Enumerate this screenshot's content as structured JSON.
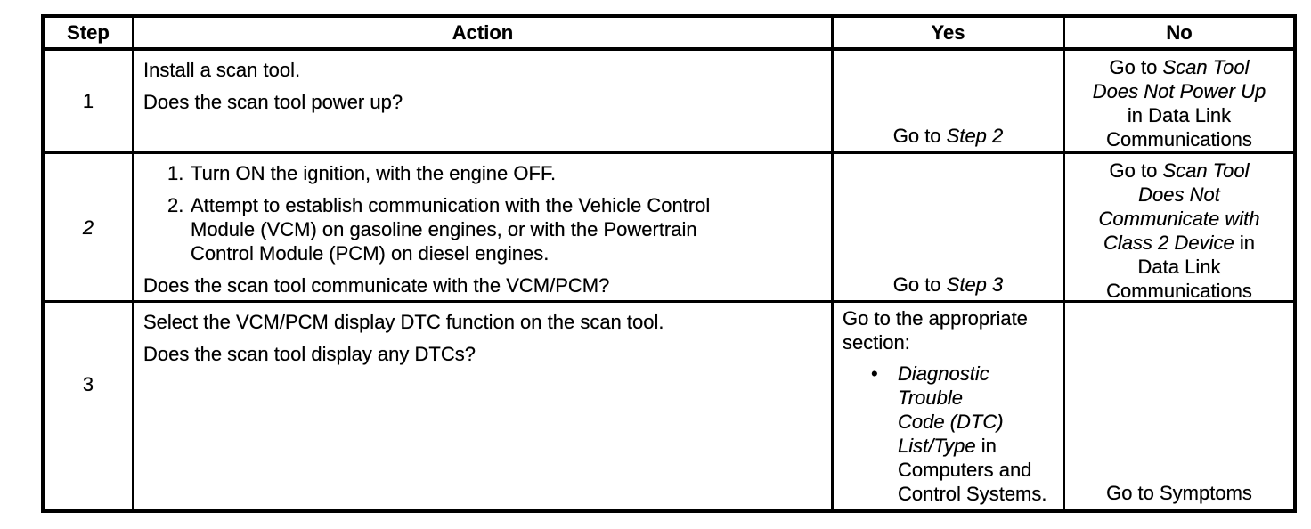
{
  "table": {
    "headers": {
      "step": "Step",
      "action": "Action",
      "yes": "Yes",
      "no": "No"
    },
    "rows": [
      {
        "step": [
          {
            "type": "p",
            "runs": [
              {
                "t": "1"
              }
            ]
          }
        ],
        "action": [
          {
            "type": "p",
            "runs": [
              {
                "t": "Install a scan tool."
              }
            ]
          },
          {
            "type": "p",
            "runs": [
              {
                "t": "Does the scan tool power up?"
              }
            ]
          }
        ],
        "yes": [
          {
            "type": "p",
            "runs": [
              {
                "t": "Go to "
              },
              {
                "t": "Step 2",
                "i": true
              }
            ]
          }
        ],
        "no": [
          {
            "type": "p",
            "runs": [
              {
                "t": "Go to "
              },
              {
                "t": "Scan Tool\nDoes Not Power Up",
                "i": true
              },
              {
                "t": "\nin Data Link\nCommunications"
              }
            ]
          }
        ]
      },
      {
        "step": [
          {
            "type": "p",
            "runs": [
              {
                "t": "2",
                "i": true
              }
            ]
          }
        ],
        "action": [
          {
            "type": "li",
            "marker": "1.",
            "runs": [
              {
                "t": "Turn ON the ignition, with the engine OFF."
              }
            ]
          },
          {
            "type": "li",
            "marker": "2.",
            "runs": [
              {
                "t": "Attempt to establish communication with the Vehicle Control\nModule (VCM) on gasoline engines, or with the Powertrain\nControl Module (PCM) on diesel engines."
              }
            ]
          },
          {
            "type": "p",
            "runs": [
              {
                "t": "Does the scan tool communicate with the VCM/PCM?"
              }
            ]
          }
        ],
        "yes": [
          {
            "type": "p",
            "runs": [
              {
                "t": "Go to "
              },
              {
                "t": "Step 3",
                "i": true
              }
            ]
          }
        ],
        "no": [
          {
            "type": "p",
            "runs": [
              {
                "t": "Go to "
              },
              {
                "t": "Scan Tool\nDoes Not\nCommunicate with\nClass 2 Device",
                "i": true
              },
              {
                "t": " in\nData Link\nCommunications"
              }
            ]
          }
        ]
      },
      {
        "step": [
          {
            "type": "p",
            "runs": [
              {
                "t": "3"
              }
            ]
          }
        ],
        "action": [
          {
            "type": "p",
            "runs": [
              {
                "t": "Select the VCM/PCM display DTC function on the scan tool."
              }
            ]
          },
          {
            "type": "p",
            "runs": [
              {
                "t": "Does the scan tool display any DTCs?"
              }
            ]
          }
        ],
        "yes": [
          {
            "type": "p",
            "runs": [
              {
                "t": "Go to the appropriate\nsection:"
              }
            ]
          },
          {
            "type": "li",
            "marker": "•",
            "runs": [
              {
                "t": "Diagnostic\nTrouble\nCode (DTC)\nList/Type",
                "i": true
              },
              {
                "t": " in\nComputers and\nControl Systems."
              }
            ]
          }
        ],
        "no": [
          {
            "type": "p",
            "runs": [
              {
                "t": "Go to Symptoms"
              }
            ]
          }
        ]
      }
    ]
  }
}
